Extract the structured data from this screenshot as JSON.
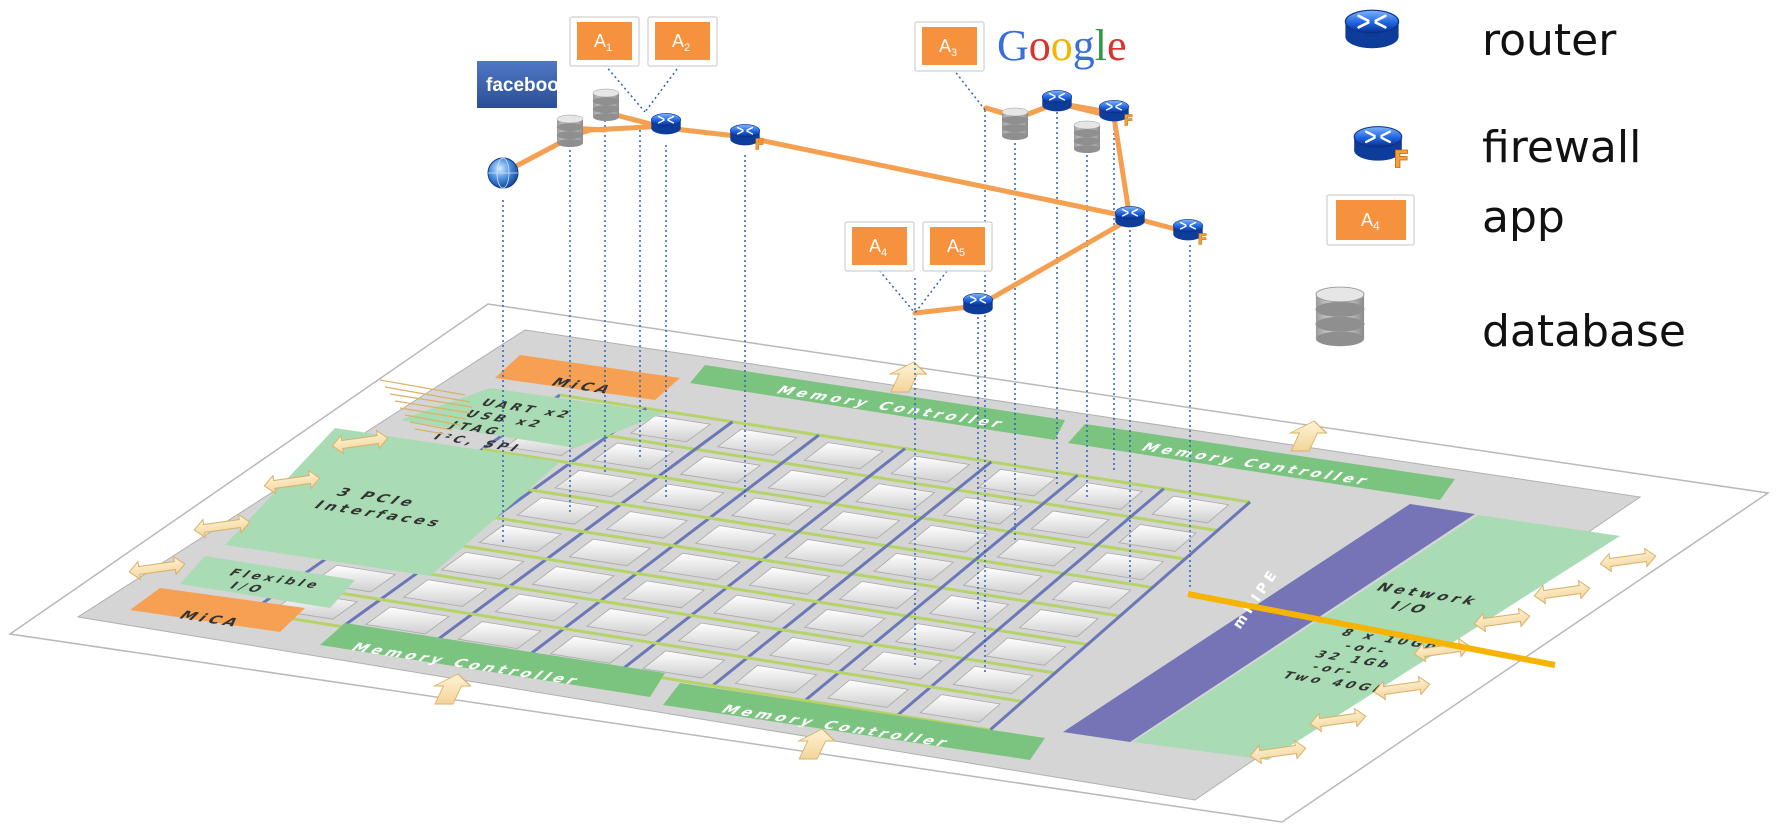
{
  "legend": {
    "router": "router",
    "firewall": "firewall",
    "app": "app",
    "database": "database",
    "app_badge": "A",
    "app_badge_sub": "4",
    "firewall_mark": "F"
  },
  "brands": {
    "facebook": "facebook",
    "google": "Google"
  },
  "apps": [
    {
      "label": "A",
      "sub": "1"
    },
    {
      "label": "A",
      "sub": "2"
    },
    {
      "label": "A",
      "sub": "3"
    },
    {
      "label": "A",
      "sub": "4"
    },
    {
      "label": "A",
      "sub": "5"
    }
  ],
  "chip": {
    "mica_top": "MiCA",
    "mica_bottom": "MiCA",
    "io_lines": [
      "UART x2",
      "USB x2",
      "JTAG",
      "I²C, SPI"
    ],
    "pcie_lines": [
      "3 PCIe",
      "Interfaces"
    ],
    "flex_lines": [
      "Flexible",
      "I/O"
    ],
    "mem_top_left": "Memory Controller",
    "mem_top_right": "Memory Controller",
    "mem_bottom_left": "Memory Controller",
    "mem_bottom_right": "Memory Controller",
    "mpipe": "mPIPE",
    "network_lines": [
      "Network",
      "I/O"
    ],
    "network_speeds": [
      "8 x 10Gb",
      "-or-",
      "32 1Gb",
      "-or-",
      "Two 40Gb"
    ]
  },
  "colors": {
    "path": "#f4a050",
    "app_fill": "#f6923d",
    "chip_green": "#a9dcb4",
    "memory_green": "#7ac47f",
    "mica_orange": "#f6a054",
    "mpipe": "#7474b6",
    "router_blue": "#1a5fd6",
    "dotted": "#2f62b8",
    "yellow_line": "#f6b400"
  }
}
